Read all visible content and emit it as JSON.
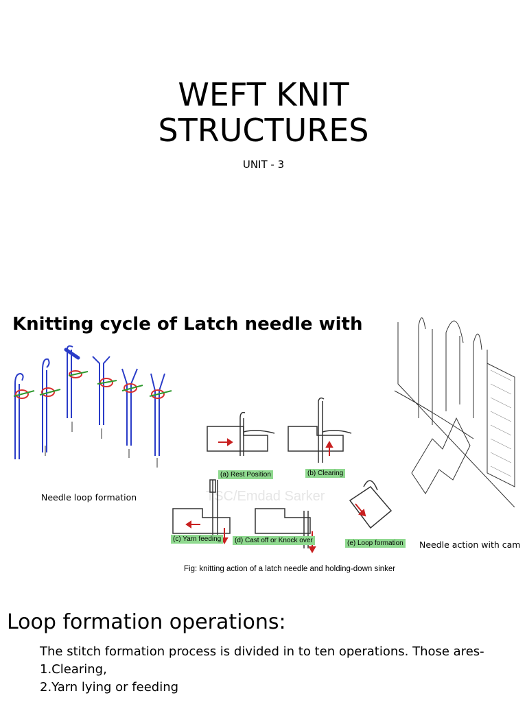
{
  "slide1": {
    "title_line1": "WEFT KNIT",
    "title_line2": "STRUCTURES",
    "subtitle": "UNIT - 3"
  },
  "slide2": {
    "heading": "Knitting cycle of Latch needle with",
    "caption_left": "Needle loop formation",
    "caption_right": "Needle action with cam",
    "diagram_labels": {
      "a": "(a) Rest Position",
      "b": "(b) Clearing",
      "c": "(c) Yarn feeding",
      "d": "(d) Cast off or Knock over",
      "e": "(e) Loop formation"
    },
    "figure_caption": "Fig: knitting action of a latch needle and holding-down sinker",
    "watermark": "TSC/Emdad Sarker"
  },
  "slide3": {
    "heading": "Loop formation operations:",
    "paragraph": "The stitch formation process is divided in to ten operations. Those ares-",
    "items": [
      "1.Clearing,",
      "2.Yarn lying or feeding"
    ]
  }
}
